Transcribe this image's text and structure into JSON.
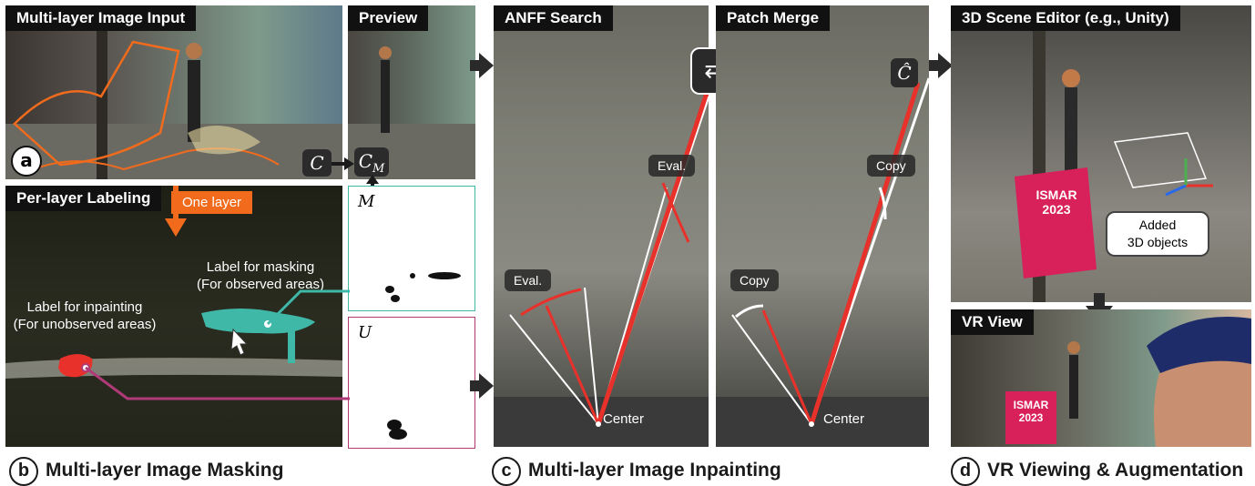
{
  "panels": {
    "input_title": "Multi-layer Image Input",
    "preview_title": "Preview",
    "labeling_title": "Per-layer Labeling",
    "anff_title": "ANFF Search",
    "merge_title": "Patch Merge",
    "editor_title": "3D Scene Editor (e.g., Unity)",
    "vr_title": "VR View"
  },
  "symbols": {
    "c": "C",
    "c_m": "C",
    "c_m_sub": "M",
    "m": "M",
    "u": "U",
    "c_hat": "Ĉ"
  },
  "annotations": {
    "badge_a": "a",
    "one_layer": "One layer",
    "label_masking_1": "Label for masking",
    "label_masking_2": "(For observed areas)",
    "label_inpainting_1": "Label for inpainting",
    "label_inpainting_2": "(For unobserved areas)",
    "eval_1": "Eval.",
    "eval_2": "Eval.",
    "copy_1": "Copy",
    "copy_2": "Copy",
    "center_1": "Center",
    "center_2": "Center",
    "added_1": "Added",
    "added_2": "3D objects",
    "ismar_1": "ISMAR",
    "ismar_2": "2023",
    "ismar_vr_1": "ISMAR",
    "ismar_vr_2": "2023"
  },
  "captions": {
    "b_letter": "b",
    "b_text": "Multi-layer Image Masking",
    "c_letter": "c",
    "c_text": "Multi-layer Image Inpainting",
    "d_letter": "d",
    "d_text": "VR Viewing & Augmentation"
  },
  "colors": {
    "orange": "#f26b1d",
    "teal": "#3fb8a8",
    "magenta": "#b03a78",
    "red": "#e8312a"
  }
}
